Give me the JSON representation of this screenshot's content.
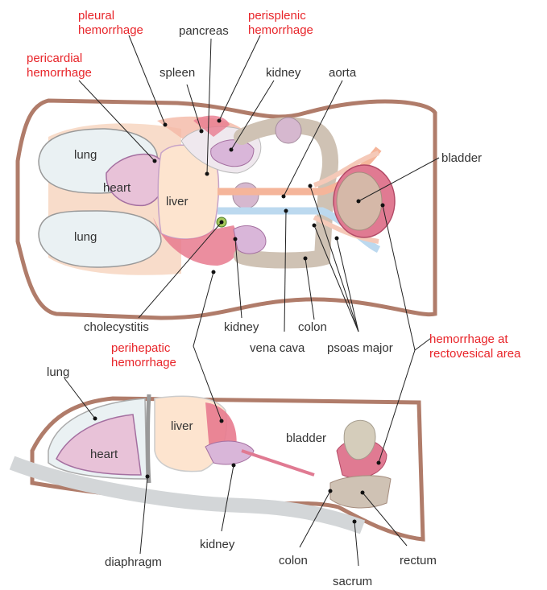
{
  "colors": {
    "body_outline": "#b07c6a",
    "background": "#ffffff",
    "text": "#333333",
    "red_label": "#e8252a",
    "lung": "#eaf1f3",
    "heart": "#e8c2d8",
    "liver": "#fde4cf",
    "hemorrhage": "#e87a8e",
    "colon": "#cfc2b4",
    "aorta": "#f5b59a",
    "vena_cava": "#bcd9ef",
    "bladder": "#e07a92"
  },
  "labels": {
    "pleural": "pleural\nhemorrhage",
    "perisplenic": "perisplenic\nhemorrhage",
    "pericardial": "pericardial\nhemorrhage",
    "pancreas": "pancreas",
    "spleen": "spleen",
    "kidney_top": "kidney",
    "aorta": "aorta",
    "bladder_top": "bladder",
    "lung_top1": "lung",
    "heart_top": "heart",
    "liver_top": "liver",
    "lung_top2": "lung",
    "cholecystitis": "cholecystitis",
    "kidney_mid": "kidney",
    "colon_mid": "colon",
    "vena_cava": "vena cava",
    "psoas": "psoas major",
    "perihepatic": "perihepatic\nhemorrhage",
    "rectovesical": "hemorrhage at\nrectovesical area",
    "lung_bottom": "lung",
    "heart_bottom": "heart",
    "liver_bottom": "liver",
    "bladder_bottom": "bladder",
    "kidney_bottom": "kidney",
    "diaphragm": "diaphragm",
    "colon_bottom": "colon",
    "rectum": "rectum",
    "sacrum": "sacrum"
  }
}
